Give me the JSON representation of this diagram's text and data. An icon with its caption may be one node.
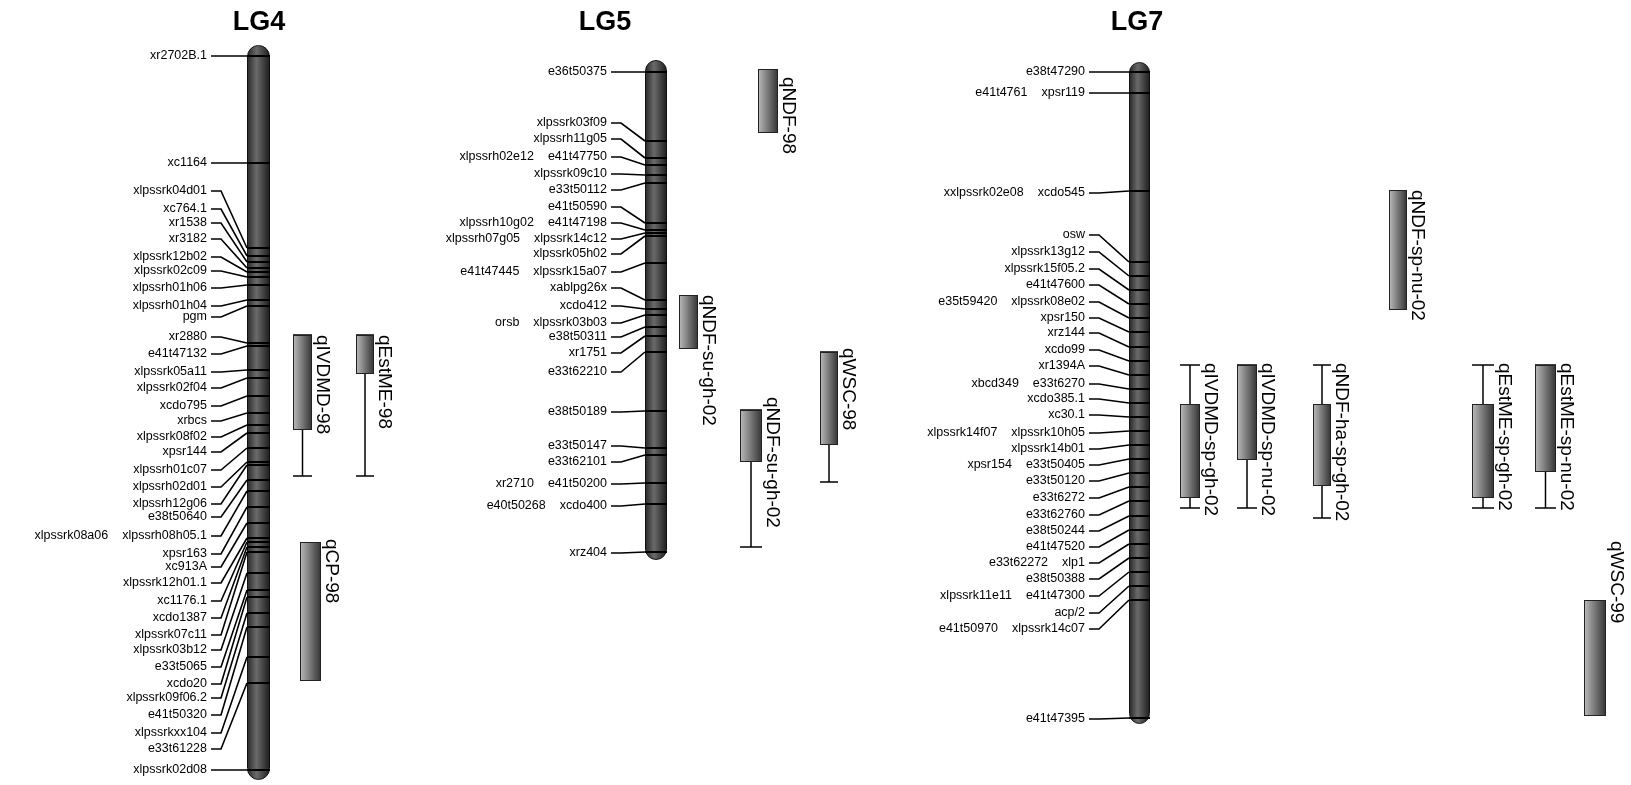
{
  "diagram": {
    "nodes": [
      {
        "text": [
          "LG4"
        ]
      },
      {
        "text": [
          "xr2702B.1"
        ]
      },
      {
        "text": [
          "xc1164"
        ]
      },
      {
        "text": [
          "xlpssrk04d01"
        ]
      },
      {
        "text": [
          "xc764.1"
        ]
      },
      {
        "text": [
          "xr1538"
        ]
      },
      {
        "text": [
          "xr3182"
        ]
      },
      {
        "text": [
          "xlpssrk12b02"
        ]
      },
      {
        "text": [
          "xlpssrk02c09"
        ]
      },
      {
        "text": [
          "xlpssrh01h06"
        ]
      },
      {
        "text": [
          "xlpssrh01h04"
        ]
      },
      {
        "text": [
          "pgm"
        ]
      },
      {
        "text": [
          "xr2880"
        ]
      },
      {
        "text": [
          "e41t47132"
        ]
      },
      {
        "text": [
          "xlpssrk05a11"
        ]
      },
      {
        "text": [
          "xlpssrk02f04"
        ]
      },
      {
        "text": [
          "xcdo795"
        ]
      },
      {
        "text": [
          "xrbcs"
        ]
      },
      {
        "text": [
          "xlpssrk08f02"
        ]
      },
      {
        "text": [
          "xpsr144"
        ]
      },
      {
        "text": [
          "xlpssrh01c07"
        ]
      },
      {
        "text": [
          "xlpssrh02d01"
        ]
      },
      {
        "text": [
          "xlpssrh12g06"
        ]
      },
      {
        "text": [
          "e38t50640"
        ]
      },
      {
        "text": [
          "xlpssrh08h05.1"
        ],
        "beside": [
          "xlpssrk08a06"
        ]
      },
      {
        "text": [
          "xpsr163"
        ]
      },
      {
        "text": [
          "xc913A"
        ]
      },
      {
        "text": [
          "xlpssrk12h01.1"
        ]
      },
      {
        "text": [
          "xc1176.1"
        ]
      },
      {
        "text": [
          "xcdo1387"
        ]
      },
      {
        "text": [
          "xlpssrk07c11"
        ]
      },
      {
        "text": [
          "xlpssrk03b12"
        ]
      },
      {
        "text": [
          "e33t5065"
        ]
      },
      {
        "text": [
          "xcdo20"
        ]
      },
      {
        "text": [
          "xlpssrk09f06.2"
        ]
      },
      {
        "text": [
          "e41t50320"
        ]
      },
      {
        "text": [
          "xlpssrkxx104"
        ]
      },
      {
        "text": [
          "e33t61228"
        ]
      },
      {
        "text": [
          "xlpssrk02d08"
        ]
      },
      {
        "text": [
          "qIVDMD-98"
        ]
      },
      {
        "text": [
          "qEstME-98"
        ]
      },
      {
        "text": [
          "qCP-98"
        ]
      },
      {
        "text": [
          "LG5"
        ]
      },
      {
        "text": [
          "e36t50375"
        ]
      },
      {
        "text": [
          "xlpssrk03f09"
        ]
      },
      {
        "text": [
          "xlpssrh11g05"
        ]
      },
      {
        "text": [
          "e41t47750"
        ],
        "beside": [
          "xlpssrh02e12"
        ]
      },
      {
        "text": [
          "xlpssrk09c10"
        ]
      },
      {
        "text": [
          "e33t50112"
        ]
      },
      {
        "text": [
          "e41t50590"
        ]
      },
      {
        "text": [
          "e41t47198"
        ],
        "beside": [
          "xlpssrh10g02"
        ]
      },
      {
        "text": [
          "xlpssrk14c12"
        ],
        "beside": [
          "xlpssrh07g05"
        ]
      },
      {
        "text": [
          "xlpssrk05h02"
        ]
      },
      {
        "text": [
          "xlpssrk15a07"
        ],
        "beside": [
          "e41t47445"
        ]
      },
      {
        "text": [
          "xablpg26x"
        ]
      },
      {
        "text": [
          "xcdo412"
        ]
      },
      {
        "text": [
          "xlpssrk03b03"
        ],
        "beside": [
          "orsb"
        ]
      },
      {
        "text": [
          "e38t50311"
        ]
      },
      {
        "text": [
          "xr1751"
        ]
      },
      {
        "text": [
          "e33t62210"
        ]
      },
      {
        "text": [
          "e38t50189"
        ]
      },
      {
        "text": [
          "e33t50147"
        ]
      },
      {
        "text": [
          "e33t62101"
        ]
      },
      {
        "text": [
          "e41t50200"
        ],
        "beside": [
          "xr2710"
        ]
      },
      {
        "text": [
          "xcdo400"
        ],
        "beside": [
          "e40t50268"
        ]
      },
      {
        "text": [
          "xrz404"
        ]
      },
      {
        "text": [
          "qNDF-98"
        ]
      },
      {
        "text": [
          "qNDF-su-gh-02"
        ]
      },
      {
        "text": [
          "qWSC-98"
        ]
      },
      {
        "text": [
          "qNDF-su-gh-02"
        ]
      },
      {
        "text": [
          "LG7"
        ]
      },
      {
        "text": [
          "e38t47290"
        ]
      },
      {
        "text": [
          "xpsr119"
        ],
        "beside": [
          "e41t4761"
        ]
      },
      {
        "text": [
          "xcdo545"
        ],
        "beside": [
          "xxlpssrk02e08"
        ]
      },
      {
        "text": [
          "osw"
        ]
      },
      {
        "text": [
          "xlpssrk13g12"
        ]
      },
      {
        "text": [
          "xlpssrk15f05.2"
        ]
      },
      {
        "text": [
          "e41t47600"
        ]
      },
      {
        "text": [
          "xlpssrk08e02"
        ],
        "beside": [
          "e35t59420"
        ]
      },
      {
        "text": [
          "xpsr150"
        ]
      },
      {
        "text": [
          "xrz144"
        ]
      },
      {
        "text": [
          "xcdo99"
        ]
      },
      {
        "text": [
          "xr1394A"
        ]
      },
      {
        "text": [
          "e33t6270"
        ],
        "beside": [
          "xbcd349"
        ]
      },
      {
        "text": [
          "xcdo385.1"
        ]
      },
      {
        "text": [
          "xc30.1"
        ]
      },
      {
        "text": [
          "xlpssrk10h05"
        ],
        "beside": [
          "xlpssrk14f07"
        ]
      },
      {
        "text": [
          "xlpssrk14b01"
        ]
      },
      {
        "text": [
          "e33t50405"
        ],
        "beside": [
          "xpsr154"
        ]
      },
      {
        "text": [
          "e33t50120"
        ]
      },
      {
        "text": [
          "e33t6272"
        ]
      },
      {
        "text": [
          "e33t62760"
        ]
      },
      {
        "text": [
          "e38t50244"
        ]
      },
      {
        "text": [
          "e41t47520"
        ]
      },
      {
        "text": [
          "xlp1"
        ],
        "beside": [
          "e33t62272"
        ]
      },
      {
        "text": [
          "e38t50388"
        ]
      },
      {
        "text": [
          "e41t47300"
        ],
        "beside": [
          "xlpssrk11e11"
        ]
      },
      {
        "text": [
          "acp/2"
        ]
      },
      {
        "text": [
          "xlpssrk14c07"
        ],
        "beside": [
          "e41t50970"
        ]
      },
      {
        "text": [
          "e41t47395"
        ]
      },
      {
        "text": [
          "qNDF-sp-nu-02"
        ]
      },
      {
        "text": [
          "qIVDMD-sp-gh-02"
        ]
      },
      {
        "text": [
          "qIVDMD-sp-nu-02"
        ]
      },
      {
        "text": [
          "qNDF-ha-sp-gh-02"
        ]
      },
      {
        "text": [
          "qEstME-sp-gh-02"
        ]
      },
      {
        "text": [
          "qEstME-sp-nu-02"
        ]
      },
      {
        "text": [
          "qWSC-99"
        ]
      }
    ],
    "edges": [
      {
        "from": 1,
        "to": 0,
        "arrow": "none"
      },
      {
        "from": 2,
        "to": 0,
        "arrow": "none"
      },
      {
        "from": 3,
        "to": 0,
        "arrow": "none"
      },
      {
        "from": 4,
        "to": 0,
        "arrow": "none"
      },
      {
        "from": 5,
        "to": 0,
        "arrow": "none"
      },
      {
        "from": 6,
        "to": 0,
        "arrow": "none"
      },
      {
        "from": 7,
        "to": 0,
        "arrow": "none"
      },
      {
        "from": 8,
        "to": 0,
        "arrow": "none"
      },
      {
        "from": 9,
        "to": 0,
        "arrow": "none"
      },
      {
        "from": 10,
        "to": 0,
        "arrow": "none"
      },
      {
        "from": 11,
        "to": 0,
        "arrow": "none"
      },
      {
        "from": 12,
        "to": 0,
        "arrow": "none"
      },
      {
        "from": 13,
        "to": 0,
        "arrow": "none"
      },
      {
        "from": 14,
        "to": 0,
        "arrow": "none"
      },
      {
        "from": 15,
        "to": 0,
        "arrow": "none"
      },
      {
        "from": 16,
        "to": 0,
        "arrow": "none"
      },
      {
        "from": 17,
        "to": 0,
        "arrow": "none"
      },
      {
        "from": 18,
        "to": 0,
        "arrow": "none"
      },
      {
        "from": 19,
        "to": 0,
        "arrow": "none"
      },
      {
        "from": 20,
        "to": 0,
        "arrow": "none"
      },
      {
        "from": 21,
        "to": 0,
        "arrow": "none"
      },
      {
        "from": 22,
        "to": 0,
        "arrow": "none"
      },
      {
        "from": 23,
        "to": 0,
        "arrow": "none"
      },
      {
        "from": 24,
        "to": 0,
        "arrow": "none"
      },
      {
        "from": 25,
        "to": 0,
        "arrow": "none"
      },
      {
        "from": 26,
        "to": 0,
        "arrow": "none"
      },
      {
        "from": 27,
        "to": 0,
        "arrow": "none"
      },
      {
        "from": 28,
        "to": 0,
        "arrow": "none"
      },
      {
        "from": 29,
        "to": 0,
        "arrow": "none"
      },
      {
        "from": 30,
        "to": 0,
        "arrow": "none"
      },
      {
        "from": 31,
        "to": 0,
        "arrow": "none"
      },
      {
        "from": 32,
        "to": 0,
        "arrow": "none"
      },
      {
        "from": 33,
        "to": 0,
        "arrow": "none"
      },
      {
        "from": 34,
        "to": 0,
        "arrow": "none"
      },
      {
        "from": 35,
        "to": 0,
        "arrow": "none"
      },
      {
        "from": 36,
        "to": 0,
        "arrow": "none"
      },
      {
        "from": 37,
        "to": 0,
        "arrow": "none"
      },
      {
        "from": 38,
        "to": 0,
        "arrow": "none"
      },
      {
        "from": 43,
        "to": 42,
        "arrow": "none"
      },
      {
        "from": 44,
        "to": 42,
        "arrow": "none"
      },
      {
        "from": 45,
        "to": 42,
        "arrow": "none"
      },
      {
        "from": 46,
        "to": 42,
        "arrow": "none"
      },
      {
        "from": 47,
        "to": 42,
        "arrow": "none"
      },
      {
        "from": 48,
        "to": 42,
        "arrow": "none"
      },
      {
        "from": 49,
        "to": 42,
        "arrow": "none"
      },
      {
        "from": 50,
        "to": 42,
        "arrow": "none"
      },
      {
        "from": 51,
        "to": 42,
        "arrow": "none"
      },
      {
        "from": 52,
        "to": 42,
        "arrow": "none"
      },
      {
        "from": 53,
        "to": 42,
        "arrow": "none"
      },
      {
        "from": 54,
        "to": 42,
        "arrow": "none"
      },
      {
        "from": 55,
        "to": 42,
        "arrow": "none"
      },
      {
        "from": 56,
        "to": 42,
        "arrow": "none"
      },
      {
        "from": 57,
        "to": 42,
        "arrow": "none"
      },
      {
        "from": 58,
        "to": 42,
        "arrow": "none"
      },
      {
        "from": 59,
        "to": 42,
        "arrow": "none"
      },
      {
        "from": 60,
        "to": 42,
        "arrow": "none"
      },
      {
        "from": 61,
        "to": 42,
        "arrow": "none"
      },
      {
        "from": 62,
        "to": 42,
        "arrow": "none"
      },
      {
        "from": 63,
        "to": 42,
        "arrow": "none"
      },
      {
        "from": 64,
        "to": 42,
        "arrow": "none"
      },
      {
        "from": 65,
        "to": 42,
        "arrow": "none"
      },
      {
        "from": 71,
        "to": 70,
        "arrow": "none"
      },
      {
        "from": 72,
        "to": 70,
        "arrow": "none"
      },
      {
        "from": 73,
        "to": 70,
        "arrow": "none"
      },
      {
        "from": 74,
        "to": 70,
        "arrow": "none"
      },
      {
        "from": 75,
        "to": 70,
        "arrow": "none"
      },
      {
        "from": 76,
        "to": 70,
        "arrow": "none"
      },
      {
        "from": 77,
        "to": 70,
        "arrow": "none"
      },
      {
        "from": 78,
        "to": 70,
        "arrow": "none"
      },
      {
        "from": 79,
        "to": 70,
        "arrow": "none"
      },
      {
        "from": 80,
        "to": 70,
        "arrow": "none"
      },
      {
        "from": 81,
        "to": 70,
        "arrow": "none"
      },
      {
        "from": 82,
        "to": 70,
        "arrow": "none"
      },
      {
        "from": 83,
        "to": 70,
        "arrow": "none"
      },
      {
        "from": 84,
        "to": 70,
        "arrow": "none"
      },
      {
        "from": 85,
        "to": 70,
        "arrow": "none"
      },
      {
        "from": 86,
        "to": 70,
        "arrow": "none"
      },
      {
        "from": 87,
        "to": 70,
        "arrow": "none"
      },
      {
        "from": 88,
        "to": 70,
        "arrow": "none"
      },
      {
        "from": 89,
        "to": 70,
        "arrow": "none"
      },
      {
        "from": 90,
        "to": 70,
        "arrow": "none"
      },
      {
        "from": 91,
        "to": 70,
        "arrow": "none"
      },
      {
        "from": 92,
        "to": 70,
        "arrow": "none"
      },
      {
        "from": 93,
        "to": 70,
        "arrow": "none"
      },
      {
        "from": 94,
        "to": 70,
        "arrow": "none"
      },
      {
        "from": 95,
        "to": 70,
        "arrow": "none"
      },
      {
        "from": 96,
        "to": 70,
        "arrow": "none"
      },
      {
        "from": 97,
        "to": 70,
        "arrow": "none"
      },
      {
        "from": 98,
        "to": 70,
        "arrow": "none"
      },
      {
        "from": 99,
        "to": 70,
        "arrow": "none"
      }
    ]
  }
}
